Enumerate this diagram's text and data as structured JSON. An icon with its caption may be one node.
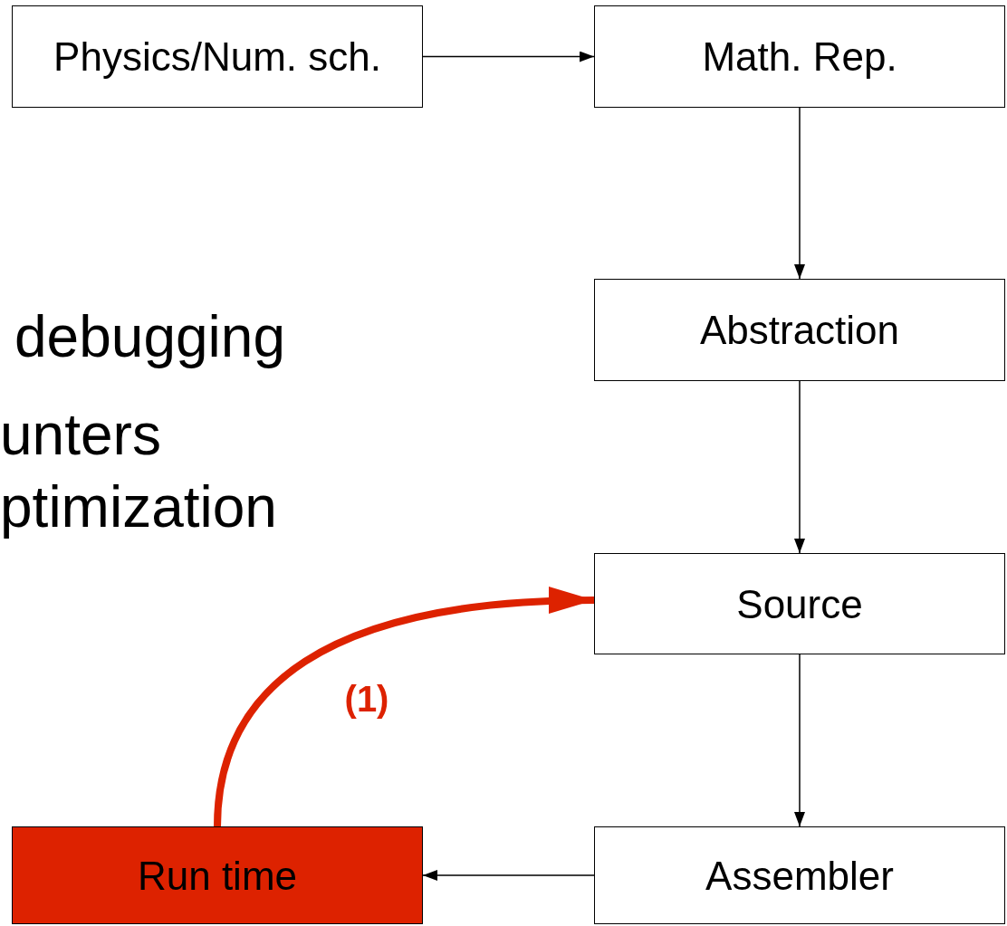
{
  "diagram": {
    "nodes": [
      {
        "text": [
          "Physics/Num. sch."
        ]
      },
      {
        "text": [
          "Math. Rep."
        ]
      },
      {
        "text": [
          "Abstraction"
        ]
      },
      {
        "text": [
          "Source"
        ]
      },
      {
        "text": [
          "Assembler"
        ]
      },
      {
        "text": [
          "Run time"
        ]
      }
    ],
    "edges": [
      {
        "from": 0,
        "to": 1,
        "arrow": "to"
      },
      {
        "from": 1,
        "to": 2,
        "arrow": "to"
      },
      {
        "from": 2,
        "to": 3,
        "arrow": "to"
      },
      {
        "from": 3,
        "to": 4,
        "arrow": "to"
      },
      {
        "from": 4,
        "to": 5,
        "arrow": "to"
      },
      {
        "from": 5,
        "to": 3,
        "arrow": "to",
        "label": "(1)",
        "style": "thick",
        "color": "#dd2200"
      }
    ],
    "labels": [
      "debugging",
      "unters",
      "ptimization"
    ]
  }
}
